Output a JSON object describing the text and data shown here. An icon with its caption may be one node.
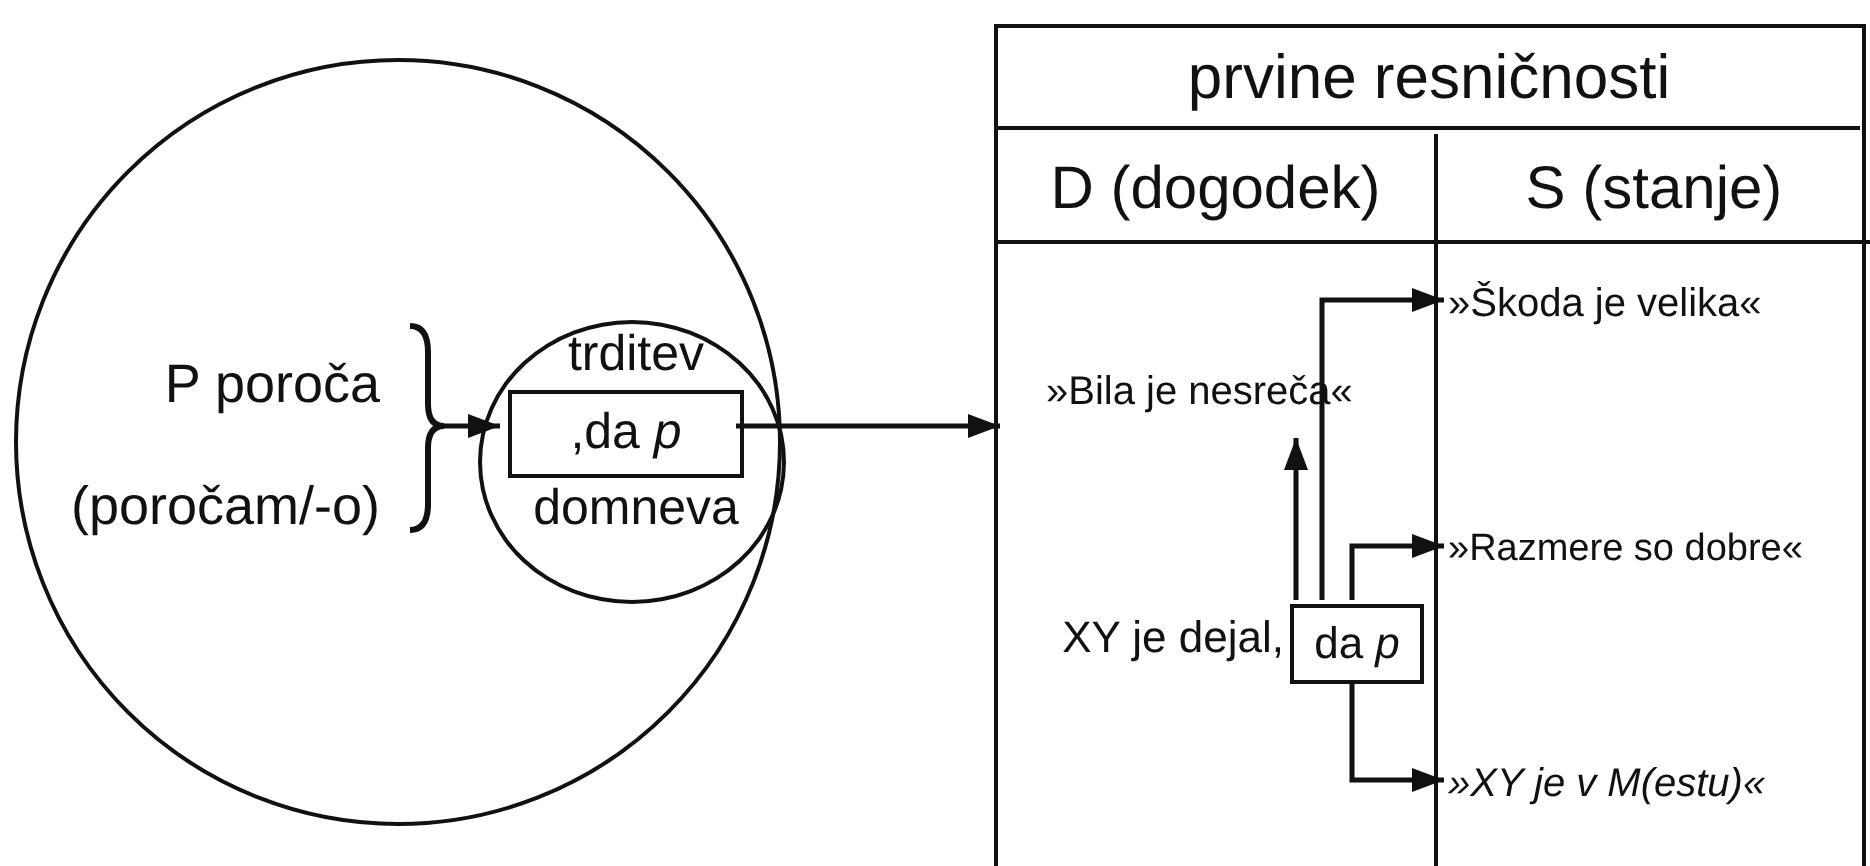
{
  "diagram": {
    "nodes": [
      {
        "text": [
          "P poroča",
          "(poročam/-o)"
        ]
      },
      {
        "text": [
          "trditev",
          "domneva"
        ],
        "in": 0
      },
      {
        "text": [
          ",da *p*"
        ],
        "in": 1
      },
      {
        "text": [
          "prvine resničnosti"
        ]
      },
      {
        "text": [
          "D (dogodek)"
        ],
        "in": 3
      },
      {
        "text": [
          "S (stanje)"
        ],
        "in": 3
      },
      {
        "text": [
          "»Bila je nesreča«"
        ],
        "in": 4
      },
      {
        "text": [
          "da *p*"
        ],
        "beside": [
          "XY je dejal,"
        ],
        "in": 4
      },
      {
        "text": [
          "»Škoda je velika«"
        ],
        "in": 5
      },
      {
        "text": [
          "»Razmere so dobre«"
        ],
        "in": 5
      },
      {
        "text": [
          "»XY je v M(estu)«"
        ],
        "in": 5
      }
    ],
    "edges": [
      {
        "from": null,
        "to": 2,
        "arrow": "to"
      },
      {
        "from": 2,
        "to": 6,
        "arrow": "to"
      },
      {
        "from": 7,
        "to": 6,
        "arrow": "to"
      },
      {
        "from": 7,
        "to": 8,
        "arrow": "to"
      },
      {
        "from": 7,
        "to": 9,
        "arrow": "to"
      },
      {
        "from": 7,
        "to": 10,
        "arrow": "to"
      }
    ]
  }
}
